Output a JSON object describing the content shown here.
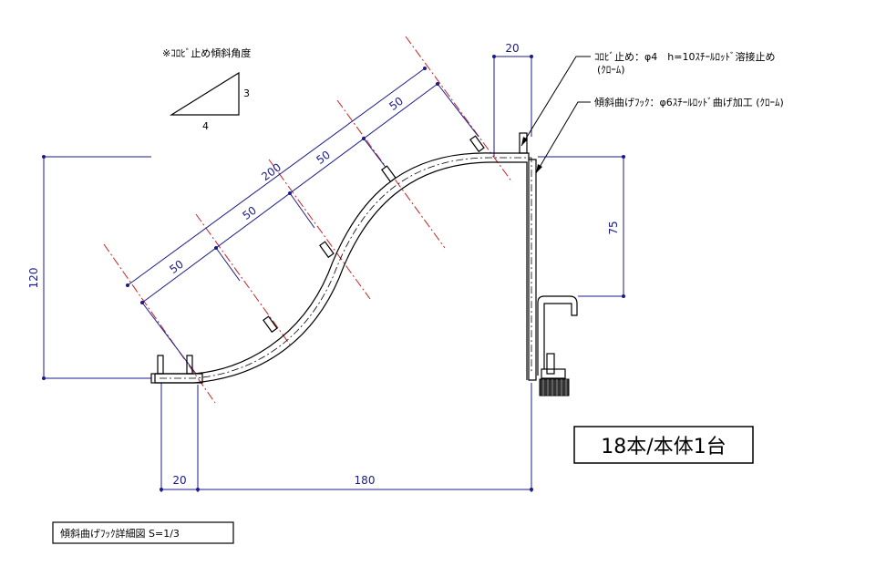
{
  "annotations": {
    "slope_note": "※ｺﾛﾋﾞ止め傾斜角度",
    "slope_rise": "3",
    "slope_run": "4",
    "leader_stopper_line1": "ｺﾛﾋﾞ止め：φ4　h=10ｽﾁｰﾙﾛｯﾄﾞ溶接止め",
    "leader_stopper_line2": "(ｸﾛｰﾑ)",
    "leader_hook": "傾斜曲げﾌｯｸ：φ6ｽﾁｰﾙﾛｯﾄﾞ曲げ加工 (ｸﾛｰﾑ)",
    "quantity": "18本/本体1台",
    "title_block": "傾斜曲げﾌｯｸ詳細図 S=1/3"
  },
  "dimensions": {
    "top_width": "20",
    "height_total": "120",
    "incline_total": "200",
    "incline_seg_1": "50",
    "incline_seg_2": "50",
    "incline_seg_3": "50",
    "incline_seg_4": "50",
    "hook_drop": "75",
    "base_width": "20",
    "span": "180"
  },
  "colors": {
    "dimension": "#1a1a8c",
    "centerline": "#cc2222",
    "outline": "#000000"
  }
}
